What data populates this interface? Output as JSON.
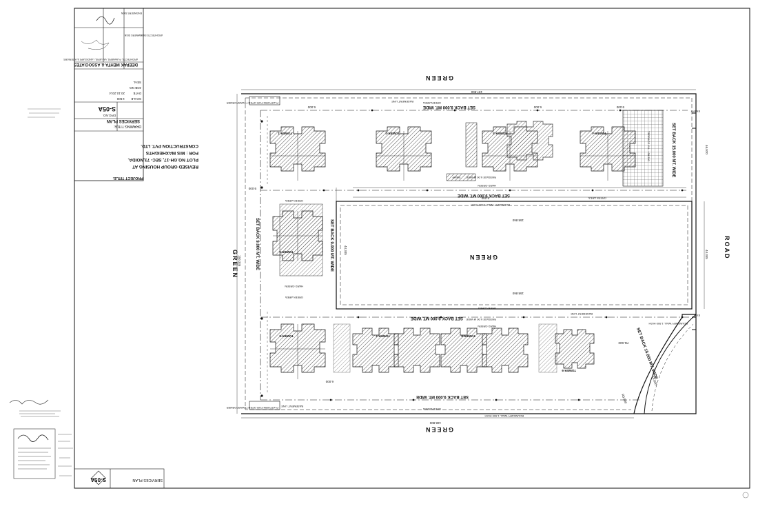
{
  "compass_labels": {
    "top": "GREEN",
    "bottom": "GREEN",
    "left": "GREEN",
    "right": "ROAD",
    "center": "GREEN"
  },
  "setbacks": {
    "top": "SET BACK 9.000 MT. WIDE",
    "middle_top": "SET BACK 9.000 MT. WIDE",
    "middle_bottom": "SET BACK 9.000 MT. WIDE",
    "bottom": "SET BACK 9.000 MT. WIDE",
    "left": "SET BACK 9.000 MT. WIDE",
    "left_inner": "SET BACK 9.000 MT. WIDE",
    "right_top": "SET BACK 15.000 MT. WIDE",
    "right_bottom": "SET BACK 15.000 MT. WIDE"
  },
  "plan_labels": {
    "green_area": "GREEN AREA",
    "hard_green": "HARD GREEN",
    "basement_line": "BASEMENT LINE",
    "boundary_wall": "BOUNDARY WALL 1.500 HIGH",
    "passage": "PASSAGE 6.00 M WIDE",
    "terrace": "TERRACE LVL. +58.500",
    "transformer": "PLATFORM FOR OPEN TRANSFORMER",
    "entry": "ENTRY",
    "exit": "EXIT",
    "ramp": "RAMP"
  },
  "towers": [
    "TOWER-1",
    "TOWER-2",
    "TOWER-3",
    "TOWER-4",
    "TOWER-5",
    "TOWER-6",
    "TOWER-7",
    "TOWER-8",
    "TOWER-9"
  ],
  "dimensions": {
    "top_length": "197.960",
    "bottom_length": "168.800",
    "left_length": "150.335",
    "right_length": "44.345",
    "inner_top": "158.860",
    "inner_bottom": "158.860",
    "inner_side": "44.345",
    "right_top_dim": "46.970",
    "offset_6": "6.000",
    "offset_9": "9.000",
    "offset_15": "15.000",
    "curve_1": "R1.500",
    "curve_2": "R3.500"
  },
  "title_block": {
    "project_title_label": "PROJECT TITLE:",
    "project_title": "REVISED GROUP HOUSING AT",
    "project_title_2": "PLOT NO.GH-17, SEC- 73,NOIDA.",
    "client": "FOR : M/S MAXHEIGHTS",
    "client_2": "CONSTRUCTION PVT. LTD.",
    "drawing_title_label": "DRAWING TITLE:",
    "drawing_title": "SERVICES PLAN",
    "drg_no_label": "DRG.NO.",
    "drg_no": "S-05A",
    "scale_label": "SCALE",
    "scale": "1:500",
    "date_label": "DATE",
    "date": "20.10.2014",
    "job_label": "JOB NO.",
    "seal_label": "SEAL",
    "firm": "DEEPAK MEHTA & ASSOCIATES",
    "firm_sub": "ARCHITECTS, PLANNERS, VALUERS, LANDSCAPE & INTERIORS",
    "owners_sign": "OWNERS SIGN",
    "architects_sign": "ARCHITECTS SIGN",
    "engineers_sign": "ENGINEERS SIGN",
    "strip_title": "SERVICES PLAN",
    "strip_drg": "S-05A"
  },
  "colors": {
    "ink": "#111111",
    "paper": "#ffffff",
    "hatch": "#555555"
  }
}
